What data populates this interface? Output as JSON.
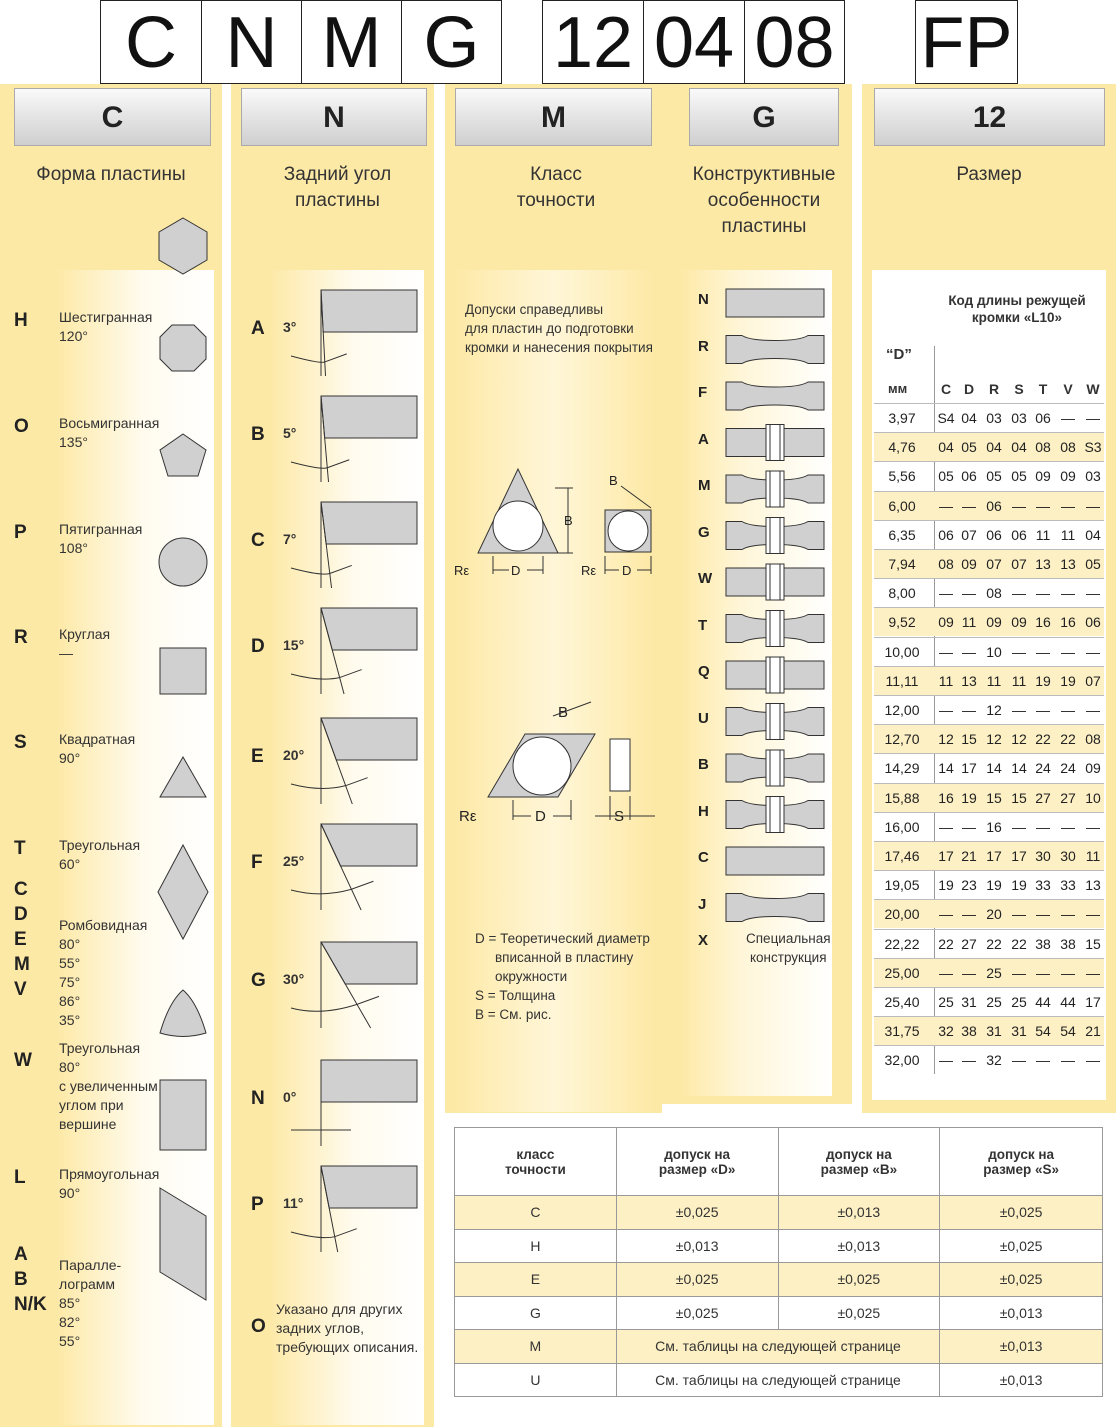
{
  "code": {
    "boxes": [
      "C",
      "N",
      "M",
      "G",
      "12",
      "04",
      "08",
      "FP"
    ]
  },
  "col_shape": {
    "header": "C",
    "title": "Форма пластины",
    "items": [
      {
        "codes": [
          "H"
        ],
        "desc": [
          "Шестигранная",
          "120°"
        ],
        "icon": "hexagon-icon"
      },
      {
        "codes": [
          "O"
        ],
        "desc": [
          "Восьмигранная",
          "135°"
        ],
        "icon": "octagon-icon"
      },
      {
        "codes": [
          "P"
        ],
        "desc": [
          "Пятигранная",
          "108°"
        ],
        "icon": "pentagon-icon"
      },
      {
        "codes": [
          "R"
        ],
        "desc": [
          "Круглая",
          "—"
        ],
        "icon": "circle-icon"
      },
      {
        "codes": [
          "S"
        ],
        "desc": [
          "Квадратная",
          "90°"
        ],
        "icon": "square-icon"
      },
      {
        "codes": [
          "T"
        ],
        "desc": [
          "Треугольная",
          "60°"
        ],
        "icon": "triangle-icon"
      },
      {
        "codes": [
          "C",
          "D",
          "E",
          "M",
          "V"
        ],
        "desc": [
          "Ромбовидная",
          "80°",
          "55°",
          "75°",
          "86°",
          "35°"
        ],
        "icon": "rhombus-icon"
      },
      {
        "codes": [
          "W"
        ],
        "desc": [
          "Треугольная",
          "80°",
          "с увеличенным",
          "углом при",
          "вершине"
        ],
        "icon": "trigon-icon"
      },
      {
        "codes": [
          "L"
        ],
        "desc": [
          "Прямоугольная",
          "90°"
        ],
        "icon": "rectangle-icon"
      },
      {
        "codes": [
          "A",
          "B",
          "N/K"
        ],
        "desc": [
          "Паралле-",
          "лограмм",
          "85°",
          "82°",
          "55°"
        ],
        "icon": "parallelogram-icon"
      }
    ]
  },
  "col_relief": {
    "header": "N",
    "title_lines": [
      "Задний угол",
      "пластины"
    ],
    "items": [
      {
        "code": "A",
        "angle": "3°",
        "deg": 3
      },
      {
        "code": "B",
        "angle": "5°",
        "deg": 5
      },
      {
        "code": "C",
        "angle": "7°",
        "deg": 7
      },
      {
        "code": "D",
        "angle": "15°",
        "deg": 15
      },
      {
        "code": "E",
        "angle": "20°",
        "deg": 20
      },
      {
        "code": "F",
        "angle": "25°",
        "deg": 25
      },
      {
        "code": "G",
        "angle": "30°",
        "deg": 30
      },
      {
        "code": "N",
        "angle": "0°",
        "deg": 0
      },
      {
        "code": "P",
        "angle": "11°",
        "deg": 11
      }
    ],
    "other_code": "O",
    "other_text": [
      "Указано для других",
      "задних углов,",
      "требующих описания."
    ]
  },
  "col_tolerance": {
    "header": "M",
    "title_lines": [
      "Класс",
      "точности"
    ],
    "note": [
      "Допуски справедливы",
      "для пластин до подготовки",
      "кромки и нанесения покрытия"
    ],
    "fig_labels": {
      "B": "B",
      "D": "D",
      "S": "S",
      "Re": "Rε"
    },
    "legend": [
      "D = Теоретический диаметр",
      "вписанной в пластину",
      "окружности",
      "S = Толщина",
      "B = См. рис."
    ]
  },
  "col_design": {
    "header": "G",
    "title_lines": [
      "Конструктивные",
      "особенности",
      "пластины"
    ],
    "codes": [
      "N",
      "R",
      "F",
      "A",
      "M",
      "G",
      "W",
      "T",
      "Q",
      "U",
      "B",
      "H",
      "C",
      "J"
    ],
    "x_code": "X",
    "x_text": [
      "Специальная",
      "конструкция"
    ]
  },
  "col_size": {
    "header": "12",
    "title": "Размер",
    "table_title": [
      "Код длины режущей",
      "кромки «L10»"
    ],
    "d_label": "“D”",
    "unit": "мм",
    "shape_cols": [
      "C",
      "D",
      "R",
      "S",
      "T",
      "V",
      "W"
    ],
    "rows": [
      [
        "3,97",
        "S4",
        "04",
        "03",
        "03",
        "06",
        "—",
        "—"
      ],
      [
        "4,76",
        "04",
        "05",
        "04",
        "04",
        "08",
        "08",
        "S3"
      ],
      [
        "5,56",
        "05",
        "06",
        "05",
        "05",
        "09",
        "09",
        "03"
      ],
      [
        "6,00",
        "—",
        "—",
        "06",
        "—",
        "—",
        "—",
        "—"
      ],
      [
        "6,35",
        "06",
        "07",
        "06",
        "06",
        "11",
        "11",
        "04"
      ],
      [
        "7,94",
        "08",
        "09",
        "07",
        "07",
        "13",
        "13",
        "05"
      ],
      [
        "8,00",
        "—",
        "—",
        "08",
        "—",
        "—",
        "—",
        "—"
      ],
      [
        "9,52",
        "09",
        "11",
        "09",
        "09",
        "16",
        "16",
        "06"
      ],
      [
        "10,00",
        "—",
        "—",
        "10",
        "—",
        "—",
        "—",
        "—"
      ],
      [
        "11,11",
        "11",
        "13",
        "11",
        "11",
        "19",
        "19",
        "07"
      ],
      [
        "12,00",
        "—",
        "—",
        "12",
        "—",
        "—",
        "—",
        "—"
      ],
      [
        "12,70",
        "12",
        "15",
        "12",
        "12",
        "22",
        "22",
        "08"
      ],
      [
        "14,29",
        "14",
        "17",
        "14",
        "14",
        "24",
        "24",
        "09"
      ],
      [
        "15,88",
        "16",
        "19",
        "15",
        "15",
        "27",
        "27",
        "10"
      ],
      [
        "16,00",
        "—",
        "—",
        "16",
        "—",
        "—",
        "—",
        "—"
      ],
      [
        "17,46",
        "17",
        "21",
        "17",
        "17",
        "30",
        "30",
        "11"
      ],
      [
        "19,05",
        "19",
        "23",
        "19",
        "19",
        "33",
        "33",
        "13"
      ],
      [
        "20,00",
        "—",
        "—",
        "20",
        "—",
        "—",
        "—",
        "—"
      ],
      [
        "22,22",
        "22",
        "27",
        "22",
        "22",
        "38",
        "38",
        "15"
      ],
      [
        "25,00",
        "—",
        "—",
        "25",
        "—",
        "—",
        "—",
        "—"
      ],
      [
        "25,40",
        "25",
        "31",
        "25",
        "25",
        "44",
        "44",
        "17"
      ],
      [
        "31,75",
        "32",
        "38",
        "31",
        "31",
        "54",
        "54",
        "21"
      ],
      [
        "32,00",
        "—",
        "—",
        "32",
        "—",
        "—",
        "—",
        "—"
      ]
    ]
  },
  "tolerance_table": {
    "headers": [
      [
        "класс",
        "точности"
      ],
      [
        "допуск на",
        "размер «D»"
      ],
      [
        "допуск на",
        "размер «B»"
      ],
      [
        "допуск на",
        "размер «S»"
      ]
    ],
    "rows": [
      {
        "cls": "C",
        "d": "±0,025",
        "b": "±0,013",
        "s": "±0,025"
      },
      {
        "cls": "H",
        "d": "±0,013",
        "b": "±0,013",
        "s": "±0,025"
      },
      {
        "cls": "E",
        "d": "±0,025",
        "b": "±0,025",
        "s": "±0,025"
      },
      {
        "cls": "G",
        "d": "±0,025",
        "b": "±0,025",
        "s": "±0,013"
      },
      {
        "cls": "M",
        "merged": "См. таблицы на следующей странице",
        "s": "±0,013"
      },
      {
        "cls": "U",
        "merged": "См. таблицы на следующей странице",
        "s": "±0,013"
      }
    ]
  },
  "colors": {
    "panel": "#fde9a6",
    "shape_fill": "#d0d0d0",
    "row_alt": "#fdf0c4"
  }
}
